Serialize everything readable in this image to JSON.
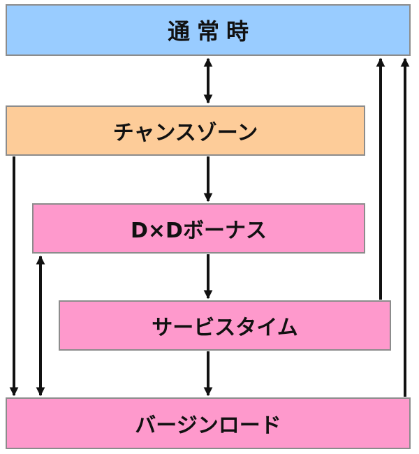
{
  "boxes": {
    "normal": {
      "label": "通常時",
      "fill": "#99ccff"
    },
    "chance": {
      "label": "チャンスゾーン",
      "fill": "#fdcc99"
    },
    "dxd": {
      "label": "D×Dボーナス",
      "fill": "#fe99cc"
    },
    "service": {
      "label": "サービスタイム",
      "fill": "#fe99cc"
    },
    "virgin": {
      "label": "バージンロード",
      "fill": "#fe99cc"
    }
  },
  "arrows": [
    {
      "from": "normal",
      "to": "chance",
      "bidirectional": true
    },
    {
      "from": "chance",
      "to": "dxd",
      "bidirectional": false
    },
    {
      "from": "dxd",
      "to": "service",
      "bidirectional": false
    },
    {
      "from": "service",
      "to": "virgin",
      "bidirectional": false
    },
    {
      "from": "chance",
      "to": "virgin",
      "bidirectional": false
    },
    {
      "from": "dxd",
      "to": "virgin",
      "bidirectional": true
    },
    {
      "from": "service",
      "to": "normal",
      "bidirectional": false
    },
    {
      "from": "virgin",
      "to": "normal",
      "bidirectional": false
    }
  ]
}
